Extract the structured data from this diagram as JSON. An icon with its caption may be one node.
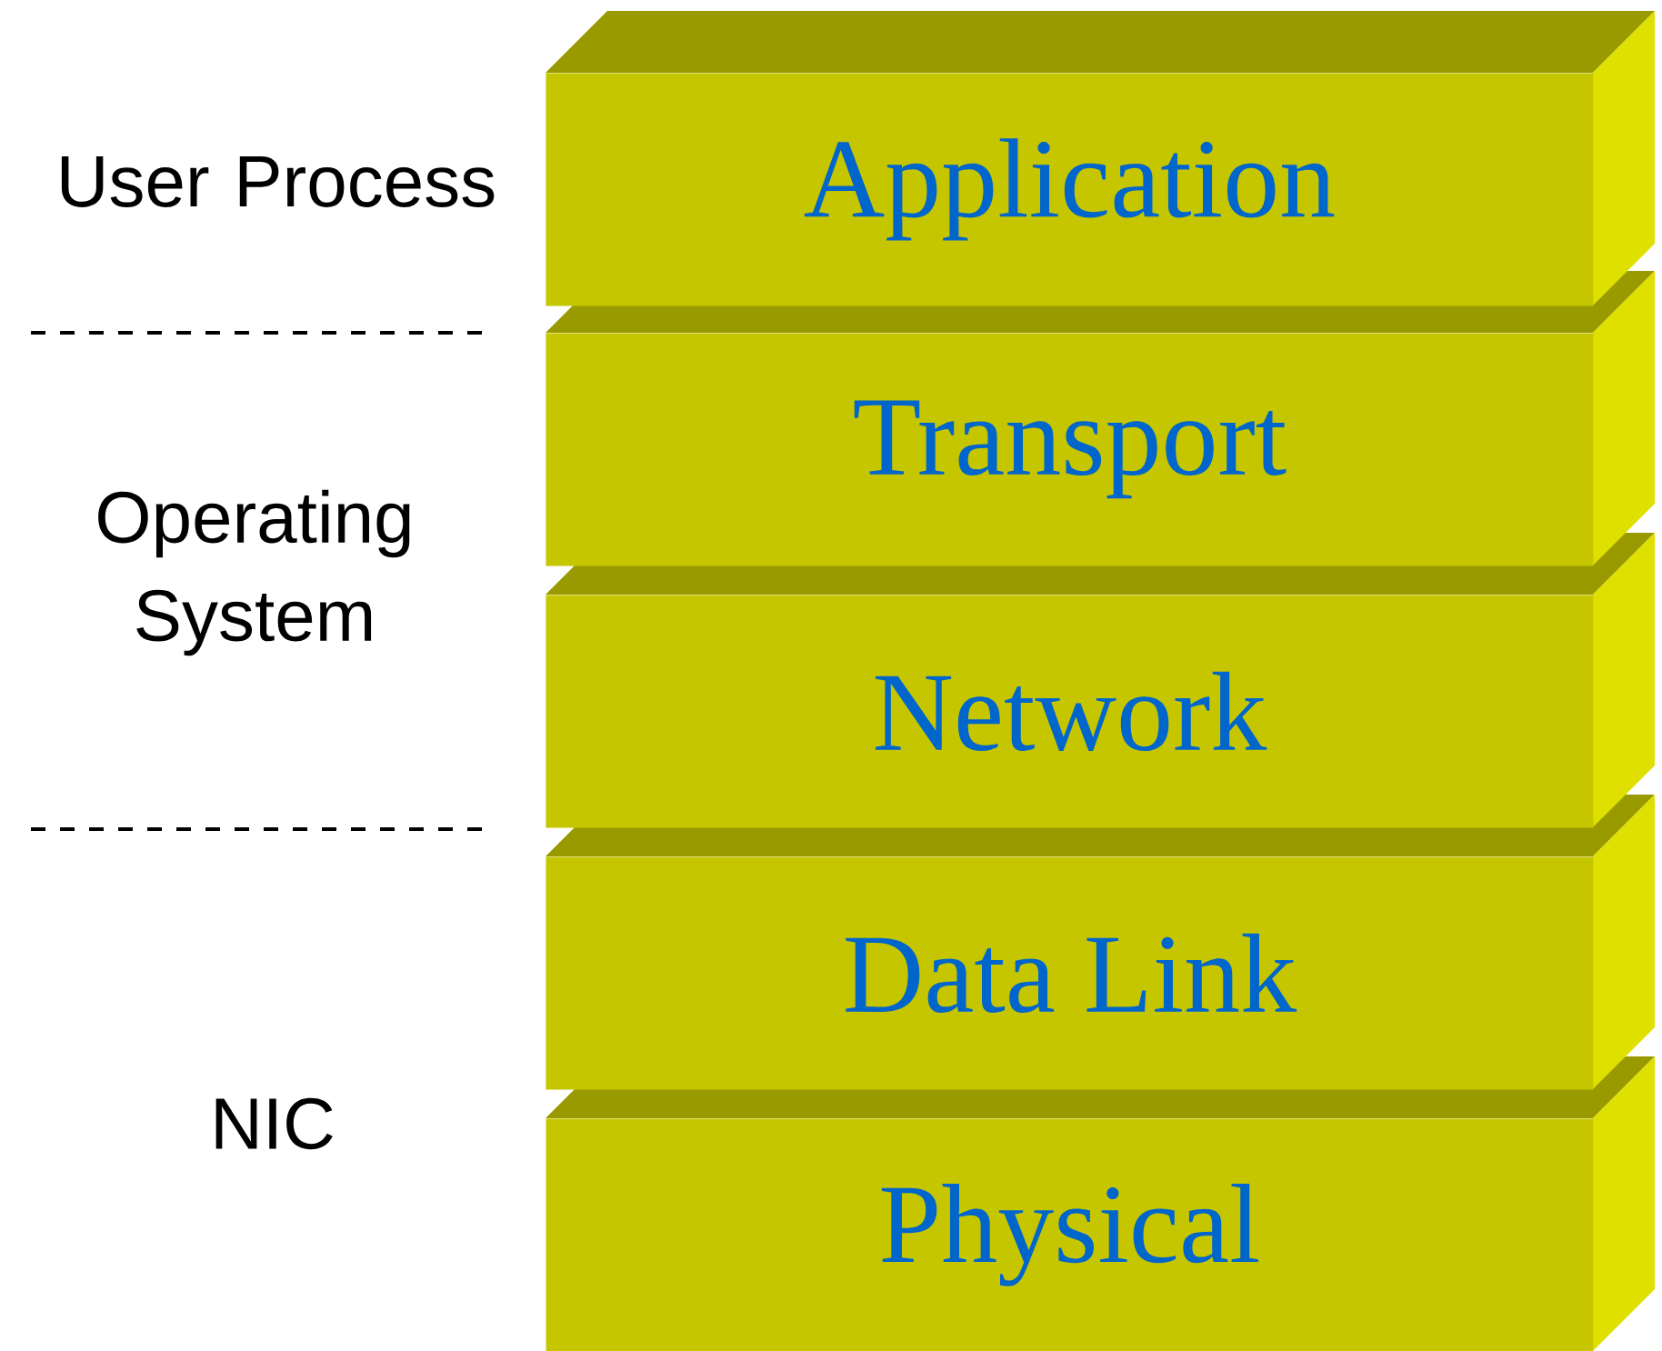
{
  "diagram": {
    "nodes": [
      {
        "text": [
          "Application"
        ]
      },
      {
        "text": [
          "Transport"
        ]
      },
      {
        "text": [
          "Network"
        ]
      },
      {
        "text": [
          "Data Link"
        ]
      },
      {
        "text": [
          "Physical"
        ]
      }
    ],
    "labels": [
      "User Process",
      "Operating System",
      "NIC"
    ]
  }
}
